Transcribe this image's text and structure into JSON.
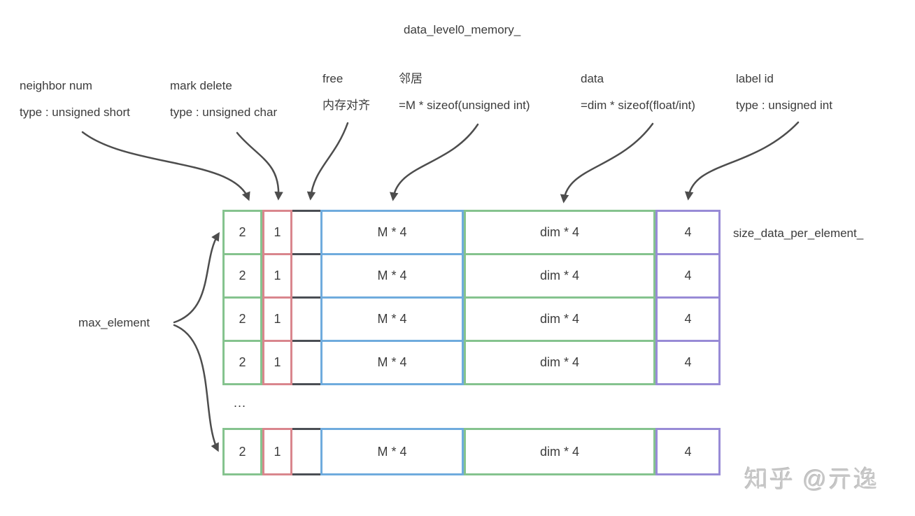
{
  "title": "data_level0_memory_",
  "annotations": [
    {
      "line1": "neighbor num",
      "line2": "type : unsigned short"
    },
    {
      "line1": "mark delete",
      "line2": "type : unsigned char"
    },
    {
      "line1": "free",
      "line2": "内存对齐"
    },
    {
      "line1": "邻居",
      "line2": "=M * sizeof(unsigned int)"
    },
    {
      "line1": "data",
      "line2": "=dim * sizeof(float/int)"
    },
    {
      "line1": "label id",
      "line2": "type : unsigned int"
    }
  ],
  "memory_table": {
    "rows": [
      {
        "cells": [
          "2",
          "1",
          "",
          "M * 4",
          "dim * 4",
          "4"
        ]
      },
      {
        "cells": [
          "2",
          "1",
          "",
          "M * 4",
          "dim * 4",
          "4"
        ]
      },
      {
        "cells": [
          "2",
          "1",
          "",
          "M * 4",
          "dim * 4",
          "4"
        ]
      },
      {
        "cells": [
          "2",
          "1",
          "",
          "M * 4",
          "dim * 4",
          "4"
        ]
      },
      {
        "cells": [
          "2",
          "1",
          "",
          "M * 4",
          "dim * 4",
          "4"
        ]
      }
    ],
    "ellipsis": "...",
    "row_size_label": "size_data_per_element_",
    "row_count_label": "max_element"
  },
  "watermark": "知乎 @亓逸",
  "colors": {
    "neighbor_num_border": "#85c38e",
    "mark_delete_border": "#d9868d",
    "free_border": "#4a4e54",
    "neighbors_border": "#6fabdd",
    "data_border": "#85c38e",
    "label_id_border": "#988bd6",
    "arrow": "#4d4d4d",
    "text": "#3c3c3c",
    "watermark": "#c8c8c8"
  }
}
